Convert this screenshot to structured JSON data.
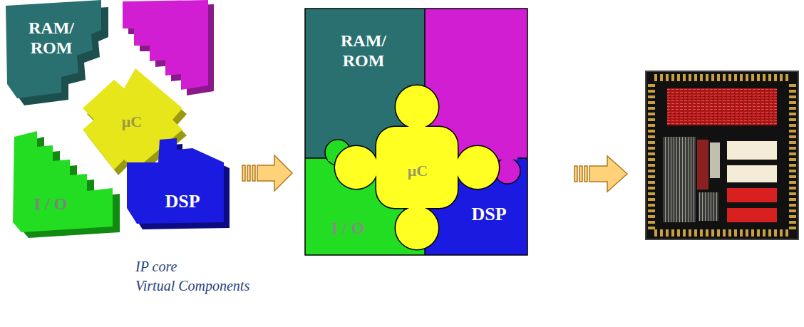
{
  "diagram": {
    "nodes": [
      {
        "text": [
          "RAM/ ROM"
        ]
      },
      {
        "text": [
          "μC"
        ]
      },
      {
        "text": [
          "I / O"
        ]
      },
      {
        "text": [
          "DSP"
        ]
      },
      {
        "text": [
          "RAM/ ROM"
        ]
      },
      {
        "text": [
          "μC"
        ]
      },
      {
        "text": [
          "I / O"
        ]
      },
      {
        "text": [
          "DSP"
        ]
      }
    ],
    "labels": [
      "IP core",
      "Virtual Components"
    ]
  }
}
